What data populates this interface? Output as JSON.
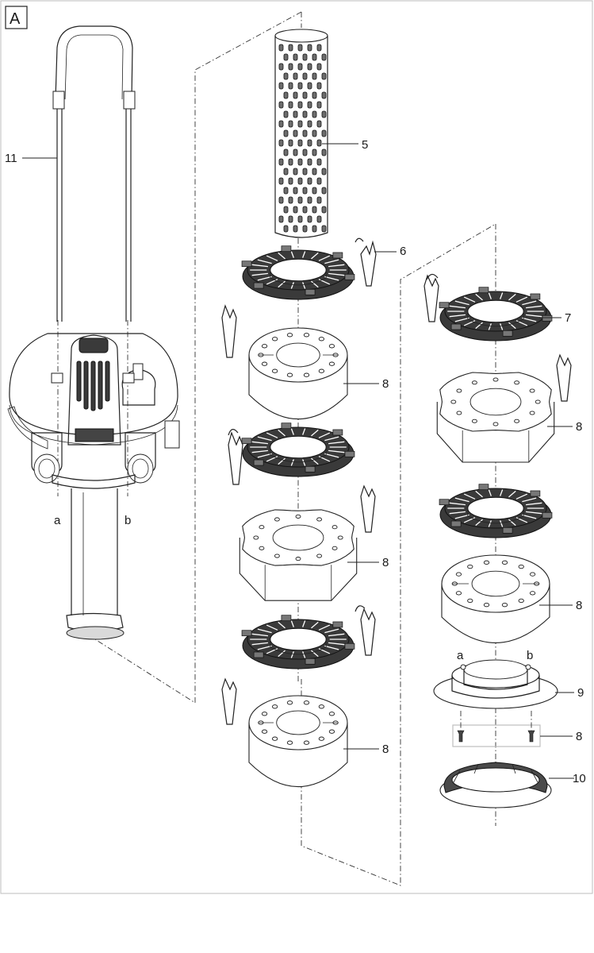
{
  "panel": {
    "letter": "A"
  },
  "callouts": {
    "c11": "11",
    "c5": "5",
    "c6": "6",
    "c7": "7",
    "c8a": "8",
    "c8b": "8",
    "c8c": "8",
    "c8d": "8",
    "c8e": "8",
    "c8f": "8",
    "c9": "9",
    "c10": "10",
    "ca_left": "a",
    "cb_left": "b",
    "ca_right": "a",
    "cb_right": "b"
  },
  "colors": {
    "line": "#222222",
    "ring": "#3a3a3a",
    "border": "#bdbdbd",
    "background": "#ffffff"
  }
}
